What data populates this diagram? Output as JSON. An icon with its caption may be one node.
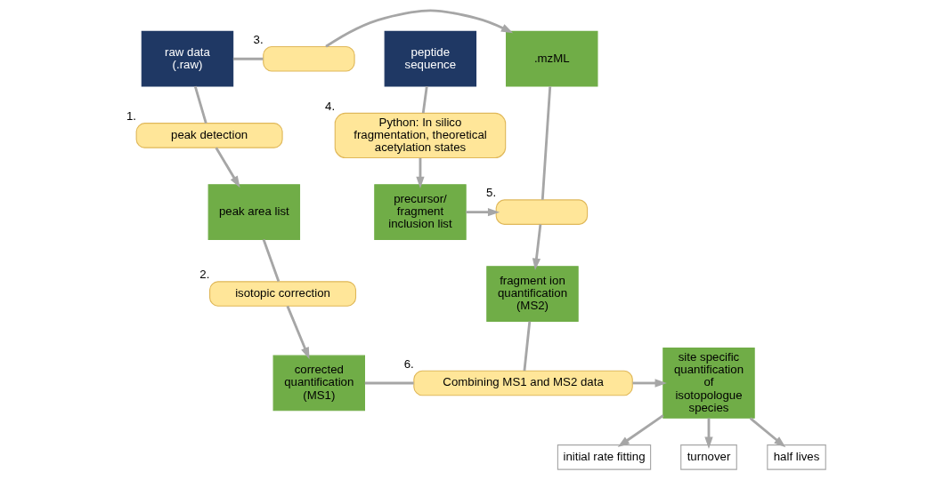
{
  "diagram": {
    "nodes": [
      {
        "text": [
          "raw data (.raw)"
        ]
      },
      {
        "text": [],
        "shape": "box",
        "beside": [
          "3."
        ]
      },
      {
        "text": [
          ".mzML"
        ]
      },
      {
        "text": [
          "peptide sequence"
        ]
      },
      {
        "text": [
          "Python: In silico fragmentation, theoretical acetylation states"
        ],
        "beside": [
          "4."
        ]
      },
      {
        "text": [
          "peak detection"
        ],
        "beside": [
          "1."
        ]
      },
      {
        "text": [
          "peak area list"
        ]
      },
      {
        "text": [],
        "shape": "box",
        "beside": [
          "5."
        ]
      },
      {
        "text": [
          "precursor/ fragment inclusion list"
        ]
      },
      {
        "text": [
          "fragment ion quantification (MS2)"
        ]
      },
      {
        "text": [
          "isotopic correction"
        ],
        "beside": [
          "2."
        ]
      },
      {
        "text": [
          "corrected quantification (MS1)"
        ]
      },
      {
        "text": [
          "Combining MS1 and MS2 data"
        ],
        "beside": [
          "6."
        ]
      },
      {
        "text": [
          "site specific quantification of isotopologue species"
        ]
      },
      {
        "text": [
          "initial rate fitting"
        ]
      },
      {
        "text": [
          "turnover"
        ]
      },
      {
        "text": [
          "half lives"
        ]
      }
    ],
    "edges": [
      {
        "from": 0,
        "to": 1,
        "arrow": "none"
      },
      {
        "from": 1,
        "to": 2,
        "arrow": "to"
      },
      {
        "from": 3,
        "to": 4,
        "arrow": "none"
      },
      {
        "from": 4,
        "to": 8,
        "arrow": "to"
      },
      {
        "from": 0,
        "to": 5,
        "arrow": "none"
      },
      {
        "from": 5,
        "to": 6,
        "arrow": "to"
      },
      {
        "from": 2,
        "to": 7,
        "arrow": "none"
      },
      {
        "from": 8,
        "to": 7,
        "arrow": "to"
      },
      {
        "from": 7,
        "to": 9,
        "arrow": "to"
      },
      {
        "from": 6,
        "to": 10,
        "arrow": "none"
      },
      {
        "from": 10,
        "to": 11,
        "arrow": "to"
      },
      {
        "from": 11,
        "to": 12,
        "arrow": "none"
      },
      {
        "from": 9,
        "to": 12,
        "arrow": "none"
      },
      {
        "from": 12,
        "to": 13,
        "arrow": "to"
      },
      {
        "from": 13,
        "to": 14,
        "arrow": "to"
      },
      {
        "from": 13,
        "to": 15,
        "arrow": "to"
      },
      {
        "from": 13,
        "to": 16,
        "arrow": "to"
      }
    ]
  }
}
